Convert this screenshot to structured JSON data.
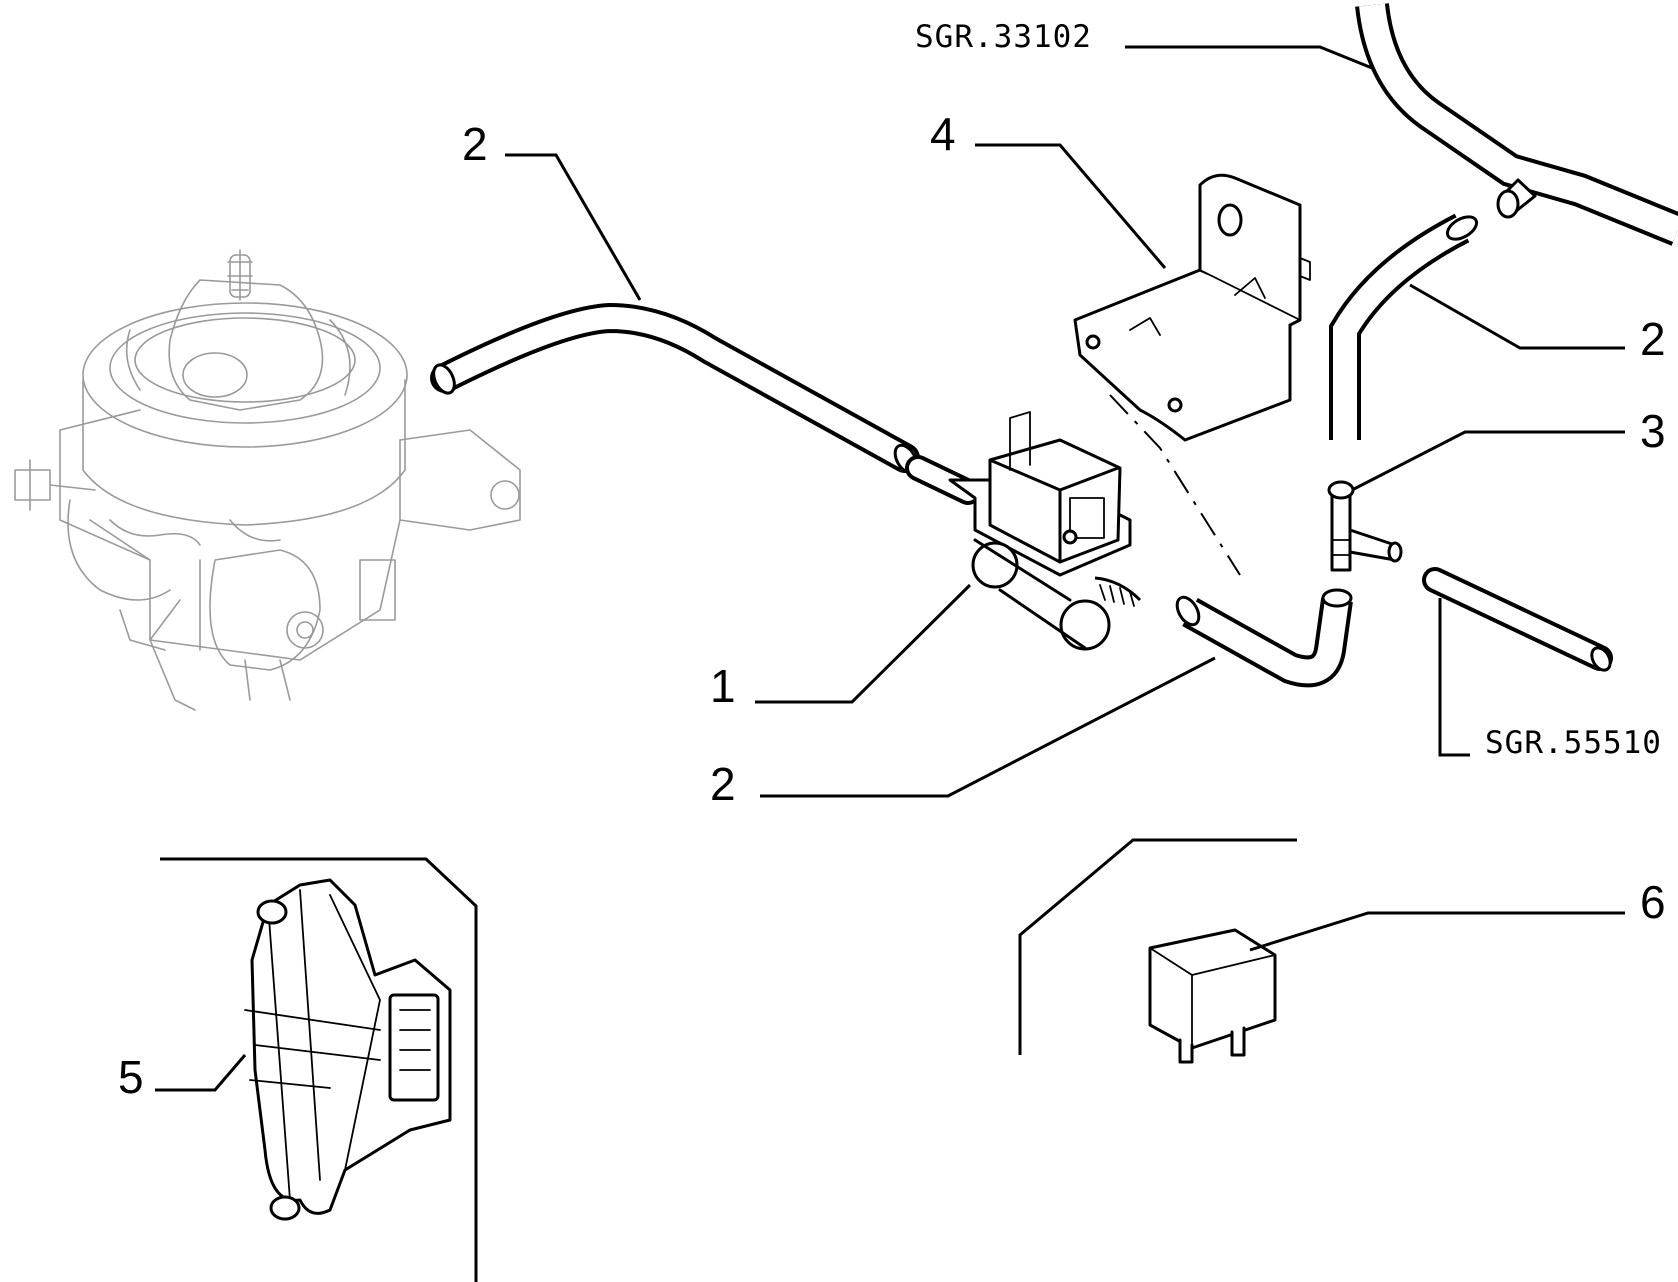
{
  "references": {
    "part_1": "1",
    "part_2_upper_left": "2",
    "part_2_right": "2",
    "part_2_lower": "2",
    "part_3": "3",
    "part_4": "4",
    "part_5": "5",
    "part_6": "6"
  },
  "sgr_codes": {
    "upper": "SGR.33102",
    "right": "SGR.55510"
  }
}
